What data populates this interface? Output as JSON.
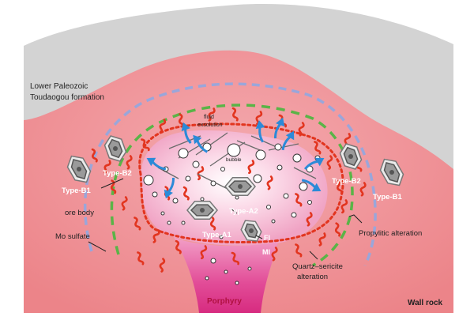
{
  "labels": {
    "formation_line1": "Lower Paleozoic",
    "formation_line2": "Toudaogou formation",
    "fluid_exsolution_line1": "fluid",
    "fluid_exsolution_line2": "exsolution",
    "bubble": "bubble",
    "type_b1_left": "Type-B1",
    "type_b1_right": "Type-B1",
    "type_b2_left": "Type-B2",
    "type_b2_right": "Type-B2",
    "type_a1": "Type-A1",
    "type_a2": "Type-A2",
    "fi": "FI",
    "mi": "MI",
    "ore_body": "ore body",
    "mo_sulfate": "Mo sulfate",
    "propylitic_alteration": "Propylitic alteration",
    "quartz_sericite_line1": "Quartz–sericite",
    "quartz_sericite_line2": "alteration",
    "porphyry": "Porphyry",
    "wall_rock": "Wall rock"
  },
  "colors": {
    "top_rock": "#d2d2d2",
    "host_rock": "#ee8e93",
    "host_rock_light": "#f3aeb2",
    "dome_center": "#ffffff",
    "porphyry": "#de2f86",
    "vein": "#e2351f",
    "propylitic": "#8f9ed6",
    "quartz_sericite": "#5ab447",
    "ore_body": "#e8351e",
    "fluid_arrow": "#2b8ad8",
    "text_dark": "#222222",
    "porphyry_text": "#b01040"
  },
  "icons": [
    "crystal-inclusion-icon",
    "fluid-arrow-icon",
    "bubble-icon",
    "vein-icon"
  ]
}
